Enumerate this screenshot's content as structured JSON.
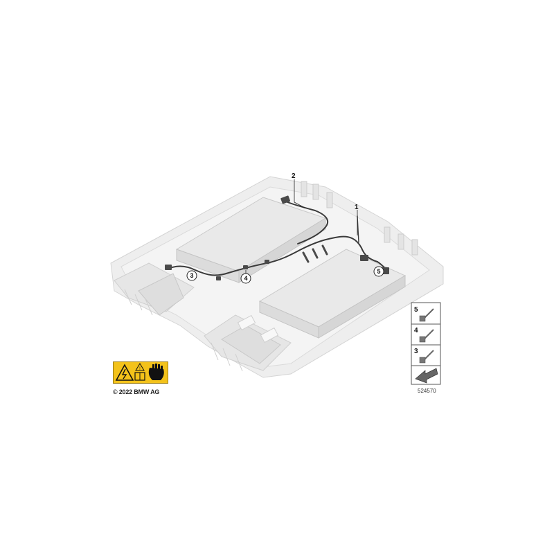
{
  "callouts": {
    "part1": "1",
    "part2": "2",
    "part3": "3",
    "part4": "4",
    "part5": "5"
  },
  "legend": {
    "items": [
      {
        "number": "5",
        "icon": "clip-fastener-icon"
      },
      {
        "number": "4",
        "icon": "clip-fastener-icon"
      },
      {
        "number": "3",
        "icon": "clip-fastener-icon"
      }
    ],
    "arrow_icon": "direction-arrow-icon"
  },
  "warning_panel": {
    "icons": [
      "high-voltage-warning-icon",
      "read-manual-icon",
      "protective-gloves-icon"
    ],
    "background_color": "#f3c21a"
  },
  "copyright": "© 2022 BMW AG",
  "diagram_number": "524570"
}
